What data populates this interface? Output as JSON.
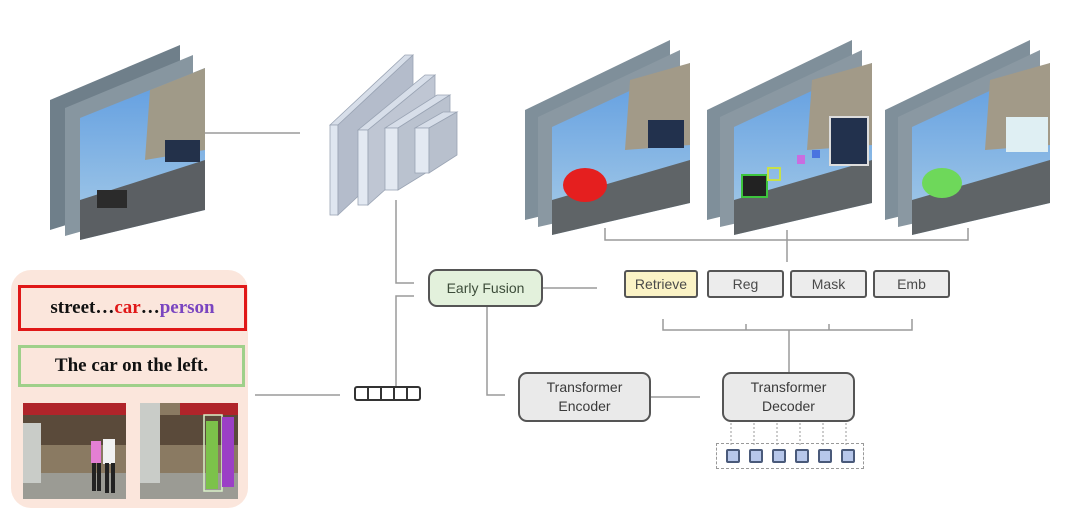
{
  "diagram": {
    "nodes": {
      "early_fusion": "Early Fusion",
      "transformer_encoder": [
        "Transformer",
        "Encoder"
      ],
      "transformer_decoder": [
        "Transformer",
        "Decoder"
      ]
    },
    "tasks": [
      {
        "label": "Retrieve",
        "highlighted": true
      },
      {
        "label": "Reg",
        "highlighted": false
      },
      {
        "label": "Mask",
        "highlighted": false
      },
      {
        "label": "Emb",
        "highlighted": false
      }
    ],
    "text_prompts": {
      "category_prompt": {
        "parts": [
          "street…",
          "car",
          "…",
          "person"
        ],
        "colors": [
          "#111111",
          "#e01818",
          "#111111",
          "#7a45c0"
        ]
      },
      "expression_prompt": "The car on the left."
    },
    "text_token_count": 5,
    "decoder_query_count": 6,
    "input_frames": {
      "count": 3,
      "icon": "video-frames-stack"
    },
    "backbone": {
      "icon": "cnn-backbone-blocks",
      "layers": 4
    },
    "outputs": [
      {
        "name": "retrieval-output",
        "annotation": "red car highlight"
      },
      {
        "name": "box-output",
        "annotation": "bounding boxes"
      },
      {
        "name": "mask-output",
        "annotation": "green car mask"
      }
    ],
    "colors": {
      "panel_bg": "#fbe6dc",
      "category_border": "#e01818",
      "expression_border": "#9fd08a",
      "early_fusion_fill": "#e3f1dc",
      "retrieve_fill": "#fbf3c6",
      "query_fill": "#b7c7ea"
    }
  }
}
